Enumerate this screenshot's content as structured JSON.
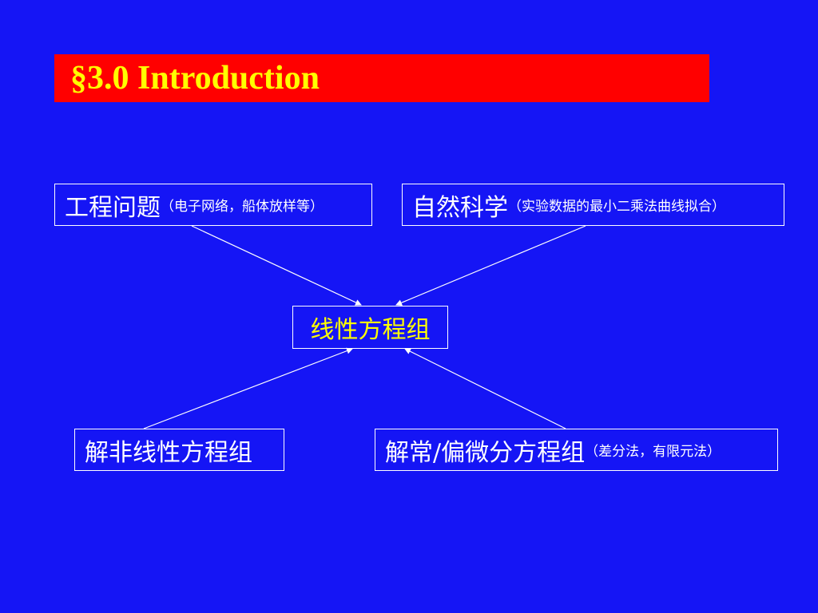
{
  "slide": {
    "title": "§3.0 Introduction",
    "nodes": {
      "engineering": {
        "label": "工程问题",
        "note": "（电子网络，船体放样等）"
      },
      "science": {
        "label": "自然科学",
        "note": "（实验数据的最小二乘法曲线拟合）"
      },
      "linear": {
        "label": "线性方程组"
      },
      "nonlinear": {
        "label": "解非线性方程组"
      },
      "differential": {
        "label": "解常/偏微分方程组",
        "note": "（差分法，有限元法）"
      }
    }
  },
  "colors": {
    "background": "#1515f5",
    "title_bar": "#ff0000",
    "title_text": "#ffff00",
    "box_text": "#ffffff",
    "center_text": "#ffff00"
  }
}
